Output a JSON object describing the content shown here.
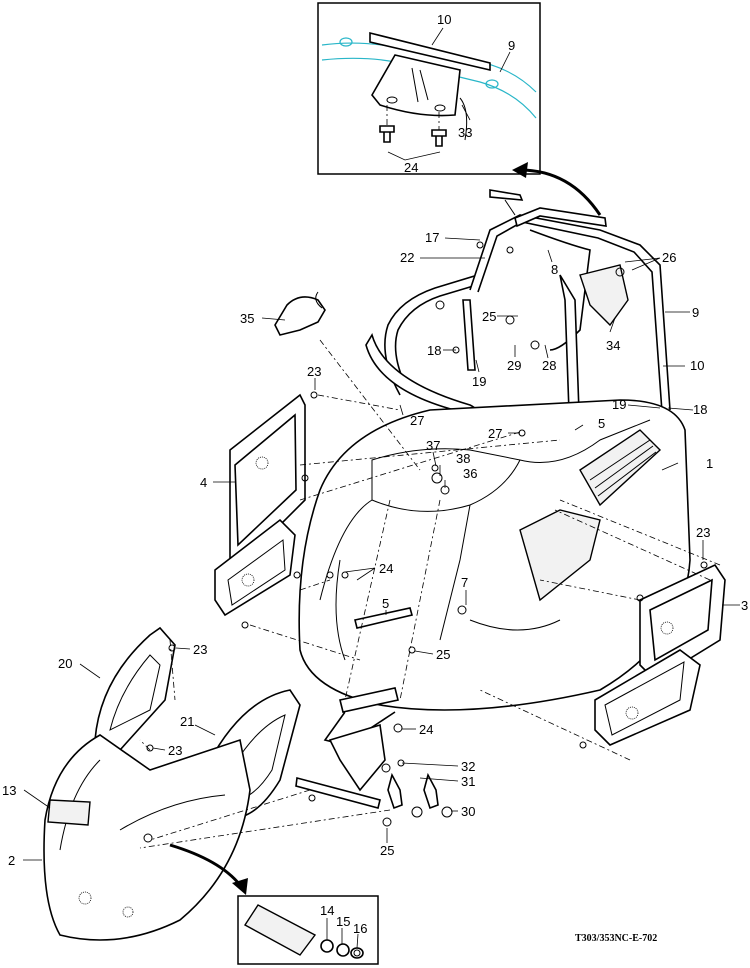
{
  "drawing_code": "T303/353NC-E-702",
  "callouts": {
    "c10_inset": "10",
    "c9_inset": "9",
    "c33": "33",
    "c24_inset": "24",
    "c17": "17",
    "c22": "22",
    "c8": "8",
    "c26": "26",
    "c9": "9",
    "c35": "35",
    "c25_top": "25",
    "c34": "34",
    "c18_left": "18",
    "c29": "29",
    "c28": "28",
    "c19_left": "19",
    "c10": "10",
    "c23_top": "23",
    "c19_right": "19",
    "c18_right": "18",
    "c27_left": "27",
    "c27_right": "27",
    "c5_top": "5",
    "c37": "37",
    "c38": "38",
    "c36": "36",
    "c1": "1",
    "c4": "4",
    "c24_mid": "24",
    "c23_right": "23",
    "c7": "7",
    "c3": "3",
    "c5_mid": "5",
    "c25_mid": "25",
    "c20": "20",
    "c23_left": "23",
    "c21": "21",
    "c23_left2": "23",
    "c24_low": "24",
    "c32": "32",
    "c31": "31",
    "c13": "13",
    "c30": "30",
    "c2": "2",
    "c25_low": "25",
    "c14": "14",
    "c15": "15",
    "c16": "16"
  }
}
